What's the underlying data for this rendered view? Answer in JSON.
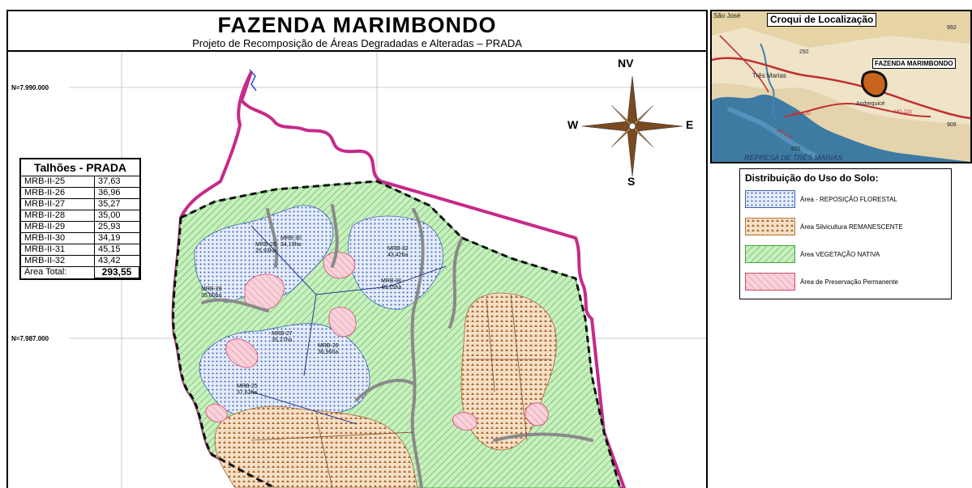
{
  "title": {
    "main": "FAZENDA MARIMBONDO",
    "subtitle": "Projeto de Recomposição de Áreas Degradadas e Alteradas – PRADA"
  },
  "coordinates": {
    "north_1": "N=7.990.000",
    "north_2": "N=7.987.000"
  },
  "compass": {
    "north": "NV",
    "south": "S",
    "east": "E",
    "west": "W"
  },
  "talhoes_table": {
    "title": "Talhões - PRADA",
    "rows": [
      {
        "code": "MRB-II-25",
        "area": "37,63"
      },
      {
        "code": "MRB-II-26",
        "area": "36,96"
      },
      {
        "code": "MRB-II-27",
        "area": "35,27"
      },
      {
        "code": "MRB-II-28",
        "area": "35,00"
      },
      {
        "code": "MRB-II-29",
        "area": "25,93"
      },
      {
        "code": "MRB-II-30",
        "area": "34,19"
      },
      {
        "code": "MRB-II-31",
        "area": "45,15"
      },
      {
        "code": "MRB-II-32",
        "area": "43,42"
      }
    ],
    "total_label": "Área Total:",
    "total_value": "293,55"
  },
  "parcel_labels": [
    {
      "name": "MRB-29",
      "area": "25,93ha"
    },
    {
      "name": "MRB-30",
      "area": "34,19ha"
    },
    {
      "name": "MRB-32",
      "area": "43,42ha"
    },
    {
      "name": "MRB-28",
      "area": "35,00ha"
    },
    {
      "name": "MRB-31",
      "area": "45,15ha"
    },
    {
      "name": "MRB-27",
      "area": "35,27ha"
    },
    {
      "name": "MRB-26",
      "area": "36,96ha"
    },
    {
      "name": "MRB-25",
      "area": "37,63ha"
    }
  ],
  "location_map": {
    "title": "Croqui de Localização",
    "fazenda": "FAZENDA MARIMBONDO",
    "places": [
      "São José",
      "Três Marias",
      "Andrequicé",
      "REPRESA DE TRÊS MARIAS"
    ],
    "roads": [
      "MG-220",
      "BR-040",
      "MG-220"
    ],
    "numbers": [
      "292",
      "992",
      "821",
      "909"
    ]
  },
  "legend": {
    "title": "Distribuição do Uso do Solo:",
    "items": [
      {
        "label": "Área - REPOSIÇÃO FLORESTAL",
        "color": "#3a5fb0",
        "fill": "#dde6f7"
      },
      {
        "label": "Área Silvicultura REMANESCENTE",
        "color": "#b07a3a",
        "fill": "#f4dcc0"
      },
      {
        "label": "Área VEGETAÇÃO NATIVA",
        "color": "#3aa838",
        "fill": "#c9efc0"
      },
      {
        "label": "Área de Preservação Permanente",
        "color": "#d04a6a",
        "fill": "#f8d2da"
      }
    ]
  }
}
